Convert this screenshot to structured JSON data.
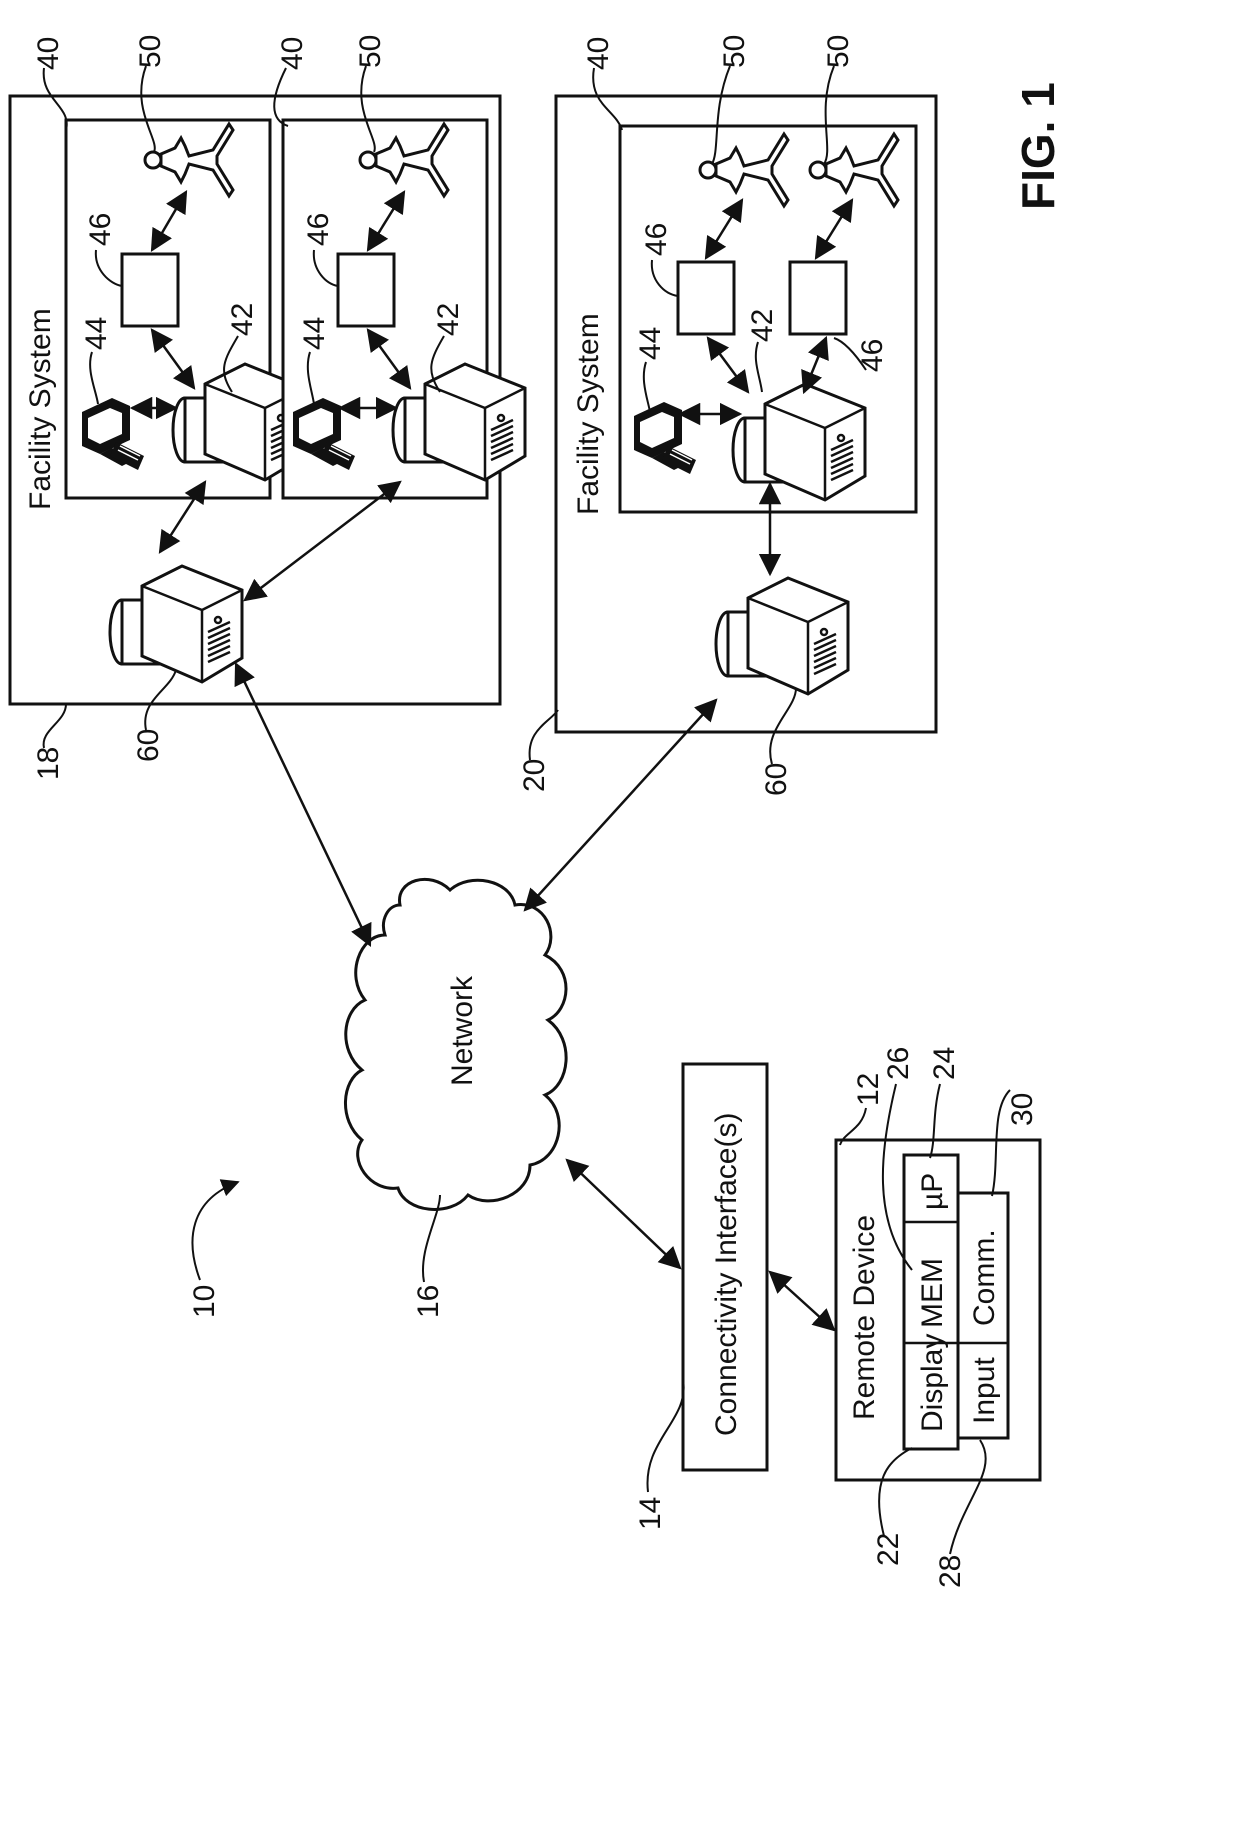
{
  "figure": {
    "label": "FIG. 1",
    "ref_system": "10"
  },
  "network": {
    "label": "Network",
    "ref": "16"
  },
  "connectivity": {
    "label": "Connectivity Interface(s)",
    "ref": "14"
  },
  "remote_device": {
    "label": "Remote Device",
    "ref": "12",
    "cells": {
      "display": "Display",
      "mem": "MEM",
      "up": "µP",
      "input": "Input",
      "comm": "Comm."
    },
    "refs": {
      "display": "22",
      "up": "24",
      "mem": "26",
      "input": "28",
      "comm": "30"
    }
  },
  "facilities": [
    {
      "label": "Facility System",
      "ref": "18",
      "server_ref": "60",
      "subsystems": [
        {
          "ref": "40",
          "server_ref": "42",
          "workstation_ref": "44",
          "device_ref": "46",
          "person_ref": "50"
        },
        {
          "ref": "40",
          "server_ref": "42",
          "workstation_ref": "44",
          "device_ref": "46",
          "person_ref": "50"
        }
      ]
    },
    {
      "label": "Facility System",
      "ref": "20",
      "server_ref": "60",
      "subsystems": [
        {
          "ref": "40",
          "server_ref": "42",
          "workstation_ref": "44",
          "device_ref_a": "46",
          "device_ref_b": "46",
          "person_ref_a": "50",
          "person_ref_b": "50"
        }
      ]
    }
  ]
}
